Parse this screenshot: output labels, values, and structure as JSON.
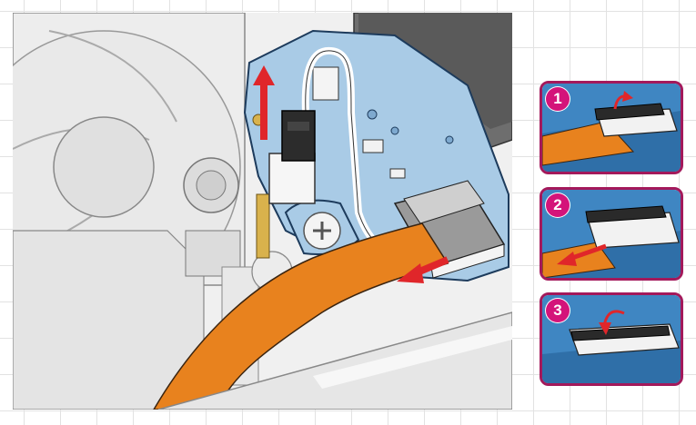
{
  "steps": [
    {
      "number": "1",
      "action": "lift-latch"
    },
    {
      "number": "2",
      "action": "pull-cable"
    },
    {
      "number": "3",
      "action": "close-latch"
    }
  ],
  "colors": {
    "board": "#a9cbe6",
    "ribbon_cable": "#e8821e",
    "arrow": "#e0262a",
    "panel_border": "#a3195b",
    "badge": "#d4147a",
    "panel_background": "#3f86c2"
  }
}
